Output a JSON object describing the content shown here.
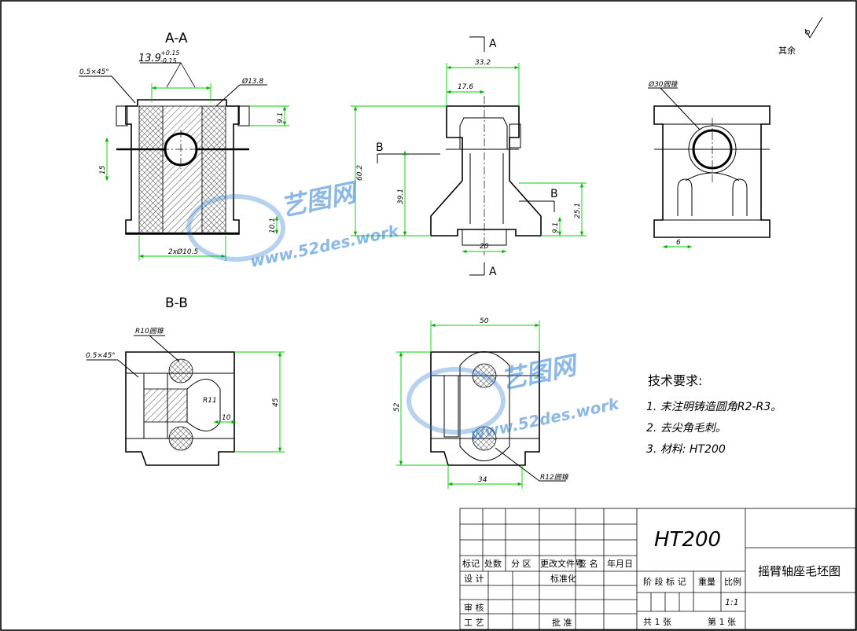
{
  "views": {
    "aa_label": "A-A",
    "bb_label": "B-B",
    "section_a": "A",
    "section_b": "B"
  },
  "dimensions": {
    "top_13_9": "13.9",
    "tol_plus": "+0.15",
    "tol_minus": "-0.15",
    "chamfer_aa": "0.5×45°",
    "dia_13_8": "Ø13.8",
    "d_9_1_aa": "9.1",
    "d_15": "15",
    "d_10_1": "10.1",
    "d_2x10_5": "2xØ10.5",
    "d_33_2": "33.2",
    "d_17_6": "17.6",
    "d_60_2": "60.2",
    "d_39_1": "39.1",
    "d_25_1": "25.1",
    "d_9_1_front": "9.1",
    "d_20": "20",
    "d_30_hole": "Ø30圆锥",
    "d_6": "6",
    "r10_hole": "R10圆锥",
    "chamfer_bb": "0.5×45°",
    "r11": "R11",
    "d_10": "10",
    "d_45": "45",
    "d_50": "50",
    "d_52": "52",
    "d_34": "34",
    "r12_hole": "R12圆锥",
    "other": "其余"
  },
  "notes": {
    "title": "技术要求:",
    "items": [
      "1. 未注明铸造圆角R2-R3。",
      "2. 去尖角毛刺。",
      "3. 材料: HT200"
    ]
  },
  "watermark": {
    "cn": "艺图网",
    "url": "www.52des.work"
  },
  "title_block": {
    "material": "HT200",
    "drawing_name": "摇臂轴座毛坯图",
    "row_labels": [
      "标记",
      "处数",
      "分 区",
      "更改文件号",
      "签 名",
      "年月日"
    ],
    "design": "设 计",
    "standard": "标准化",
    "review": "审 核",
    "process": "工 艺",
    "approve": "批 准",
    "stage_mark": "阶 段 标 记",
    "weight": "重量",
    "scale_label": "比例",
    "scale_value": "1:1",
    "total_sheets": "共 1  张",
    "sheet_no": "第 1  张"
  }
}
